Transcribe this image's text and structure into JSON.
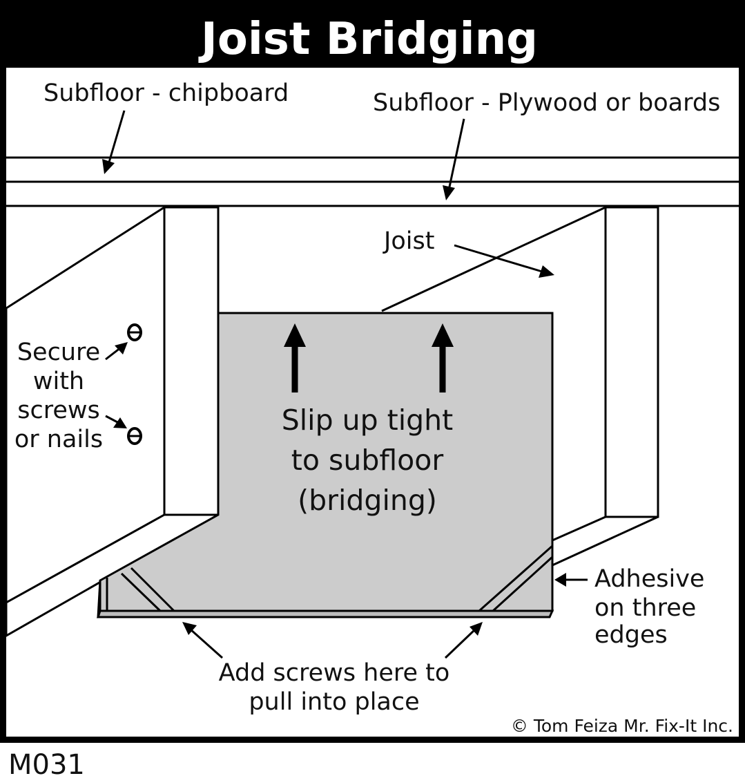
{
  "title": "Joist Bridging",
  "labels": {
    "subfloor_chipboard": "Subfloor - chipboard",
    "subfloor_plywood": "Subfloor - Plywood or boards",
    "joist": "Joist",
    "secure_lines": [
      "Secure",
      "with",
      "screws",
      "or nails"
    ],
    "slip_lines": [
      "Slip up tight",
      "to subfloor",
      "(bridging)"
    ],
    "adhesive_lines": [
      "Adhesive",
      "on three",
      "edges"
    ],
    "screws_lines": [
      "Add screws here to",
      "pull into place"
    ]
  },
  "copyright": "© Tom Feiza Mr. Fix-It Inc.",
  "figure_code": "M031",
  "colors": {
    "frame": "#000000",
    "background": "#ffffff",
    "bridging_panel": "#cccccc",
    "title_text": "#ffffff"
  }
}
